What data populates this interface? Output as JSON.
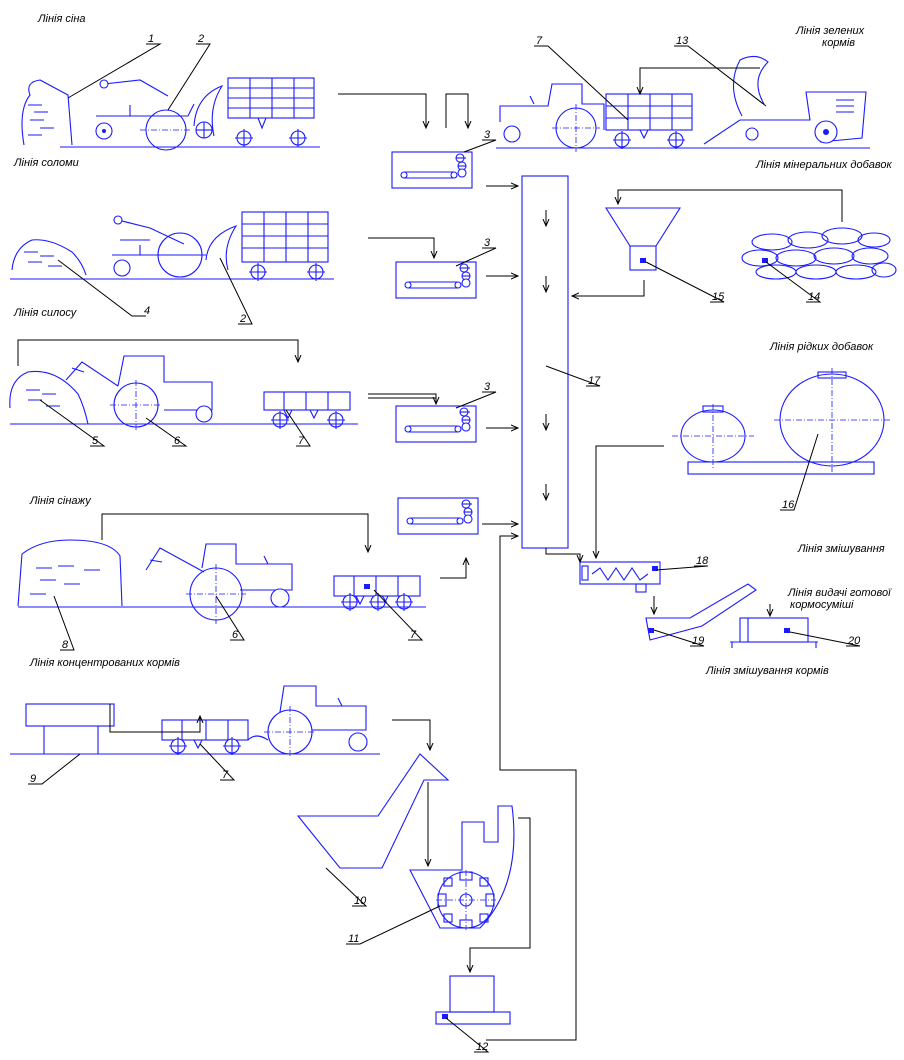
{
  "captions": {
    "hay": "Лінія сіна",
    "straw": "Лінія соломи",
    "silage": "Лінія силосу",
    "haylage": "Лінія сінажу",
    "concentrates": "Лінія концентрованих кормів",
    "green_l1": "Лінія зелених",
    "green_l2": "кормів",
    "mineral": "Лінія мінеральних добавок",
    "liquid": "Лінія рідких добавок",
    "mixing": "Лінія змішування",
    "output_l1": "Лінія видачі готової",
    "output_l2": "кормосуміші",
    "feed_mixing": "Лінія змішування кормів"
  },
  "labels": {
    "n1": "1",
    "n2a": "2",
    "n2b": "2",
    "n3a": "3",
    "n3b": "3",
    "n3c": "3",
    "n4": "4",
    "n5": "5",
    "n6a": "6",
    "n6b": "6",
    "n7a": "7",
    "n7b": "7",
    "n7c": "7",
    "n7d": "7",
    "n8": "8",
    "n9": "9",
    "n10": "10",
    "n11": "11",
    "n12": "12",
    "n13": "13",
    "n14": "14",
    "n15": "15",
    "n16": "16",
    "n17": "17",
    "n18": "18",
    "n19": "19",
    "n20": "20"
  },
  "colors": {
    "line": "#1a1aff",
    "text": "#000000"
  }
}
